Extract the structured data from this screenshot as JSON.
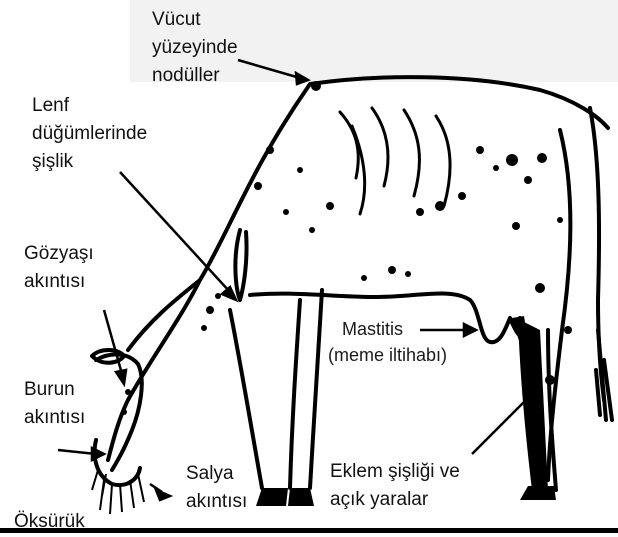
{
  "labels": {
    "nodules": [
      "Vücut",
      "yüzeyinde",
      "nodüller"
    ],
    "lymph": [
      "Lenf",
      "düğümlerinde",
      "şişlik"
    ],
    "tears": [
      "Gözyaşı",
      "akıntısı"
    ],
    "nose": [
      "Burun",
      "akıntısı"
    ],
    "cough": "Öksürük",
    "saliva": [
      "Salya",
      "akıntısı"
    ],
    "mastitis": [
      "Mastitis",
      "(meme iltihabı)"
    ],
    "joint": [
      "Eklem şişliği ve",
      "açık yaralar"
    ]
  },
  "colors": {
    "ink": "#000000",
    "background": "#ffffff",
    "label_band": "#f2f2f2"
  }
}
